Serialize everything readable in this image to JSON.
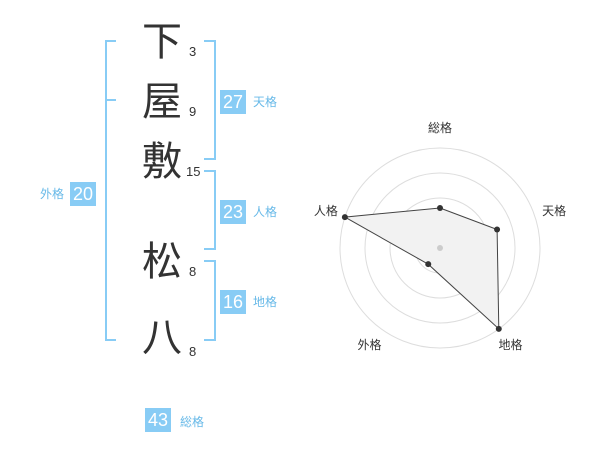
{
  "name_chars": [
    {
      "char": "下",
      "strokes": "3"
    },
    {
      "char": "屋",
      "strokes": "9"
    },
    {
      "char": "敷",
      "strokes": "15"
    },
    {
      "char": "松",
      "strokes": "8"
    },
    {
      "char": "八",
      "strokes": "8"
    }
  ],
  "fortunes": {
    "tenkaku": {
      "value": "27",
      "label": "天格"
    },
    "jinkaku": {
      "value": "23",
      "label": "人格"
    },
    "chikaku": {
      "value": "16",
      "label": "地格"
    },
    "gaikaku": {
      "value": "20",
      "label": "外格"
    },
    "soukaku": {
      "value": "43",
      "label": "総格"
    }
  },
  "colors": {
    "accent": "#88ccf5",
    "accent_text": "#67b9e8",
    "text": "#333333",
    "grid": "#dddddd",
    "polygon_fill": "#f2f2f2",
    "polygon_stroke": "#444444"
  },
  "chart_data": {
    "type": "radar",
    "axes": [
      "総格",
      "天格",
      "地格",
      "外格",
      "人格"
    ],
    "values": [
      0.4,
      0.6,
      1.0,
      0.2,
      1.0
    ],
    "rings": 4,
    "range": [
      0,
      1
    ]
  }
}
